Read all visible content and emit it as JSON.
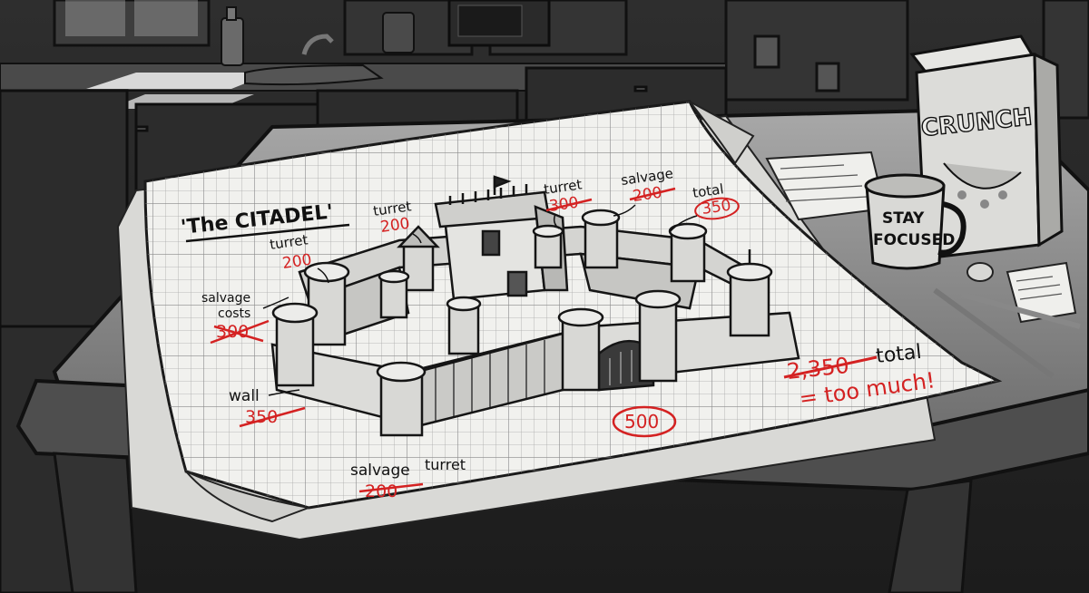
{
  "image": {
    "kind": "illustration",
    "palette": {
      "ink": "#1b1b1b",
      "paper": "#f1f1ee",
      "grid": "#9a9a9a",
      "correction_red": "#d42222",
      "room_dark": "#2b2b2b"
    }
  },
  "blueprint": {
    "title": "'The CITADEL'",
    "annotations": {
      "turret_left": {
        "label": "turret",
        "value": "200"
      },
      "turret_center": {
        "label": "turret",
        "value": "200"
      },
      "turret_top": {
        "label": "turret",
        "value": "300"
      },
      "salvage_top": {
        "label": "salvage",
        "value": "200"
      },
      "total_top": {
        "label": "total",
        "value": "350"
      },
      "salvage_costs": {
        "label": "salvage costs",
        "line1": "salvage",
        "line2": "costs",
        "value": "300"
      },
      "wall": {
        "label": "wall",
        "value": "350"
      },
      "salvage_bottom": {
        "label": "salvage",
        "value": "200",
        "extra": "turret"
      },
      "circled_500": "500",
      "grand_total": {
        "value": "2,350",
        "label": "total",
        "note": "= too much!"
      }
    }
  },
  "props": {
    "mug_text_line1": "STAY",
    "mug_text_line2": "FOCUSED",
    "cereal_box_brand": "CRUNCH"
  }
}
